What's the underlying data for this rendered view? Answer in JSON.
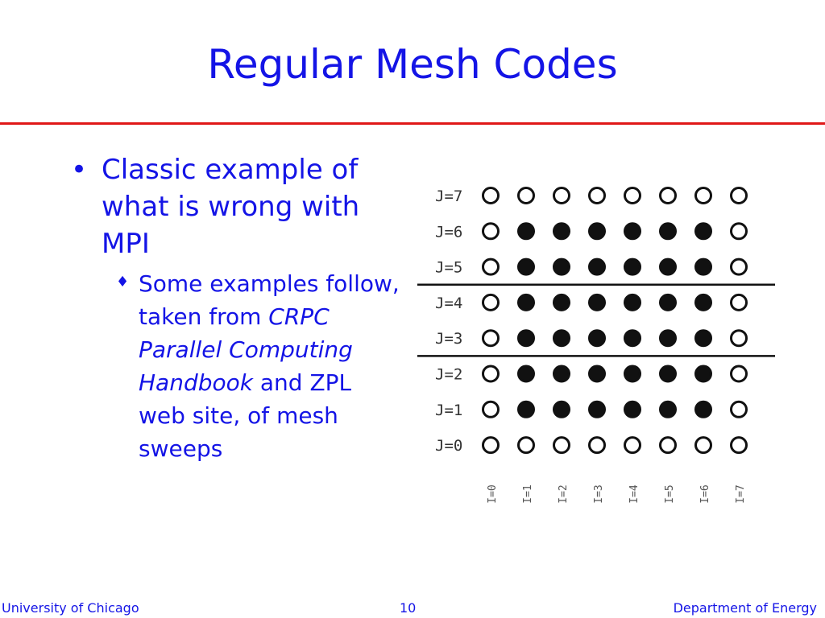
{
  "slide": {
    "title": "Regular Mesh Codes",
    "accent_color": "#1414e6",
    "rule_color": "#e01818"
  },
  "bullets": {
    "main": "Classic example of what is wrong with MPI",
    "sub_part1": "Some examples follow, taken from ",
    "sub_italic": "CRPC Parallel Computing Handbook",
    "sub_part2": " and ZPL web site, of mesh sweeps"
  },
  "mesh": {
    "row_labels": [
      "J=7",
      "J=6",
      "J=5",
      "J=4",
      "J=3",
      "J=2",
      "J=1",
      "J=0"
    ],
    "rows": [
      [
        0,
        0,
        0,
        0,
        0,
        0,
        0,
        0
      ],
      [
        0,
        1,
        1,
        1,
        1,
        1,
        1,
        0
      ],
      [
        0,
        1,
        1,
        1,
        1,
        1,
        1,
        0
      ],
      [
        0,
        1,
        1,
        1,
        1,
        1,
        1,
        0
      ],
      [
        0,
        1,
        1,
        1,
        1,
        1,
        1,
        0
      ],
      [
        0,
        1,
        1,
        1,
        1,
        1,
        1,
        0
      ],
      [
        0,
        1,
        1,
        1,
        1,
        1,
        1,
        0
      ],
      [
        0,
        0,
        0,
        0,
        0,
        0,
        0,
        0
      ]
    ],
    "column_labels": [
      "I=0",
      "I=1",
      "I=2",
      "I=3",
      "I=4",
      "I=5",
      "I=6",
      "I=7"
    ],
    "divider_after_rows": [
      "J=5",
      "J=3"
    ]
  },
  "footer": {
    "left": "University of Chicago",
    "center": "10",
    "right": "Department of Energy"
  }
}
